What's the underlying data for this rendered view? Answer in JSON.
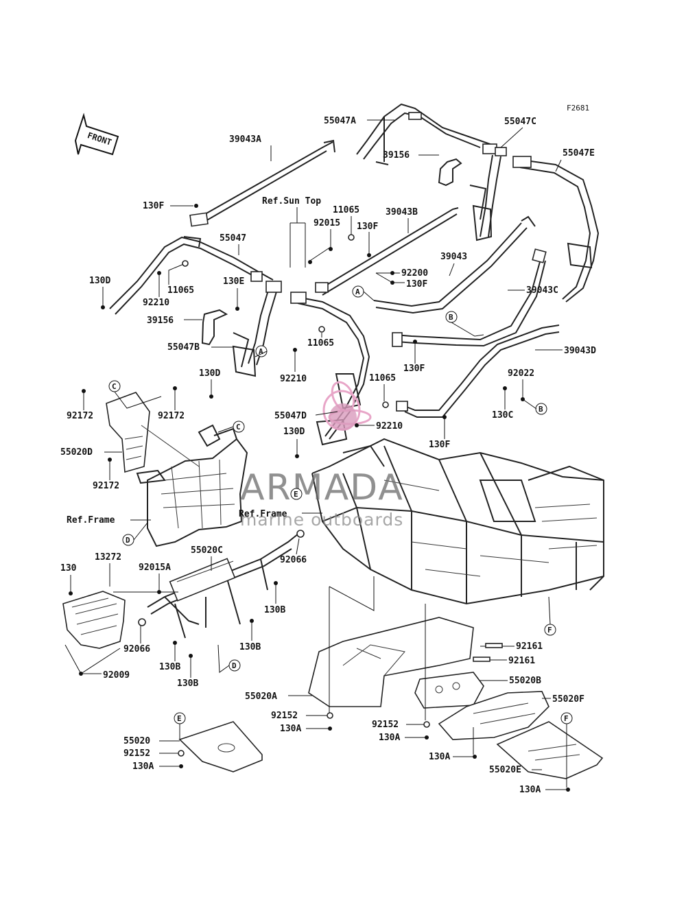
{
  "figure_code": "F2681",
  "front_arrow_label": "FRONT",
  "watermark": {
    "brand": "ARMADA",
    "tagline": "marine outboards",
    "logo_color": "#e8a6c8"
  },
  "references": {
    "sun_top": "Ref.Sun Top",
    "frame_left": "Ref.Frame",
    "frame_right": "Ref.Frame"
  },
  "callouts": [
    "A",
    "A",
    "B",
    "B",
    "C",
    "C",
    "D",
    "D",
    "E",
    "E",
    "F",
    "F"
  ],
  "part_numbers": {
    "p55047A": "55047A",
    "p55047C": "55047C",
    "p55047E": "55047E",
    "p39156_top": "39156",
    "p39043A": "39043A",
    "p130F_1": "130F",
    "p11065_1": "11065",
    "p92015": "92015",
    "p130F_2": "130F",
    "p39043B": "39043B",
    "p55047": "55047",
    "p130D_1": "130D",
    "p11065_2": "11065",
    "p92210_1": "92210",
    "p130E": "130E",
    "p92200": "92200",
    "p130F_3": "130F",
    "p39043": "39043",
    "p39156_left": "39156",
    "p39043C": "39043C",
    "p55047B": "55047B",
    "p11065_3": "11065",
    "p39043D": "39043D",
    "p130D_2": "130D",
    "p92210_2": "92210",
    "p130F_4": "130F",
    "p11065_4": "11065",
    "p92022": "92022",
    "p92172_1": "92172",
    "p92172_2": "92172",
    "p55047D": "55047D",
    "p92210_3": "92210",
    "p130D_3": "130D",
    "p130C": "130C",
    "p130F_5": "130F",
    "p55020D": "55020D",
    "p92172_3": "92172",
    "p55020C": "55020C",
    "p92066_1": "92066",
    "p130": "130",
    "p13272": "13272",
    "p92015A": "92015A",
    "p130B_1": "130B",
    "p92066_2": "92066",
    "p130B_2": "130B",
    "p130B_3": "130B",
    "p130B_4": "130B",
    "p92009": "92009",
    "p92161_1": "92161",
    "p92161_2": "92161",
    "p55020B": "55020B",
    "p55020A": "55020A",
    "p55020F": "55020F",
    "p92152_1": "92152",
    "p130A_1": "130A",
    "p92152_2": "92152",
    "p130A_2": "130A",
    "p55020": "55020",
    "p92152_3": "92152",
    "p130A_3": "130A",
    "p130A_4": "130A",
    "p55020E": "55020E",
    "p130A_5": "130A"
  }
}
